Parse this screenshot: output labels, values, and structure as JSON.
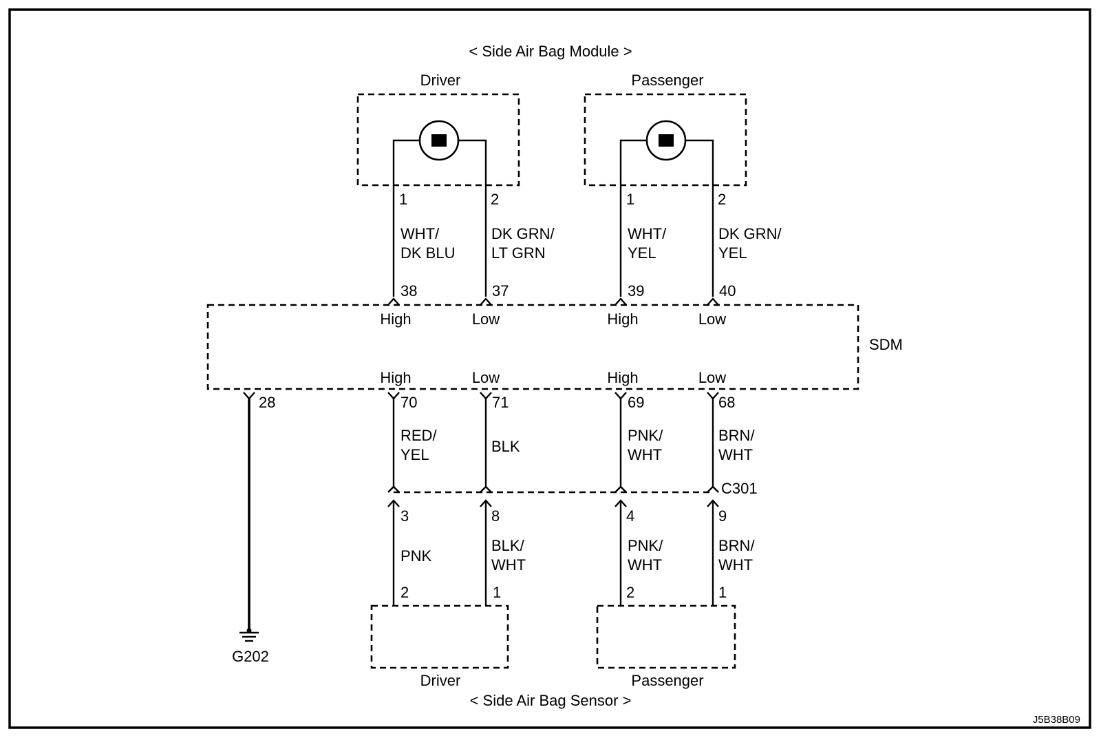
{
  "title_top": "< Side Air Bag Module >",
  "title_bottom": "< Side Air Bag Sensor >",
  "module": {
    "driver_label": "Driver",
    "passenger_label": "Passenger"
  },
  "sensor": {
    "driver_label": "Driver",
    "passenger_label": "Passenger"
  },
  "sdm_label": "SDM",
  "connector_label": "C301",
  "ground_label": "G202",
  "figure_code": "J5B38B09",
  "circuits": [
    {
      "mod_pin": "1",
      "wire_top": [
        "WHT/",
        "DK BLU"
      ],
      "sdm_top_pin": "38",
      "sdm_top_label": "High",
      "sdm_bottom_label": "High",
      "sdm_bottom_pin": "70",
      "wire_mid": [
        "RED/",
        "YEL"
      ],
      "c301_pin": "3",
      "wire_bottom": [
        "PNK"
      ],
      "sensor_pin": "2"
    },
    {
      "mod_pin": "2",
      "wire_top": [
        "DK GRN/",
        "LT GRN"
      ],
      "sdm_top_pin": "37",
      "sdm_top_label": "Low",
      "sdm_bottom_label": "Low",
      "sdm_bottom_pin": "71",
      "wire_mid": [
        "BLK"
      ],
      "c301_pin": "8",
      "wire_bottom": [
        "BLK/",
        "WHT"
      ],
      "sensor_pin": "1"
    },
    {
      "mod_pin": "1",
      "wire_top": [
        "WHT/",
        "YEL"
      ],
      "sdm_top_pin": "39",
      "sdm_top_label": "High",
      "sdm_bottom_label": "High",
      "sdm_bottom_pin": "69",
      "wire_mid": [
        "PNK/",
        "WHT"
      ],
      "c301_pin": "4",
      "wire_bottom": [
        "PNK/",
        "WHT"
      ],
      "sensor_pin": "2"
    },
    {
      "mod_pin": "2",
      "wire_top": [
        "DK GRN/",
        "YEL"
      ],
      "sdm_top_pin": "40",
      "sdm_top_label": "Low",
      "sdm_bottom_label": "Low",
      "sdm_bottom_pin": "68",
      "wire_mid": [
        "BRN/",
        "WHT"
      ],
      "c301_pin": "9",
      "wire_bottom": [
        "BRN/",
        "WHT"
      ],
      "sensor_pin": "1"
    }
  ],
  "ground_pin": "28"
}
